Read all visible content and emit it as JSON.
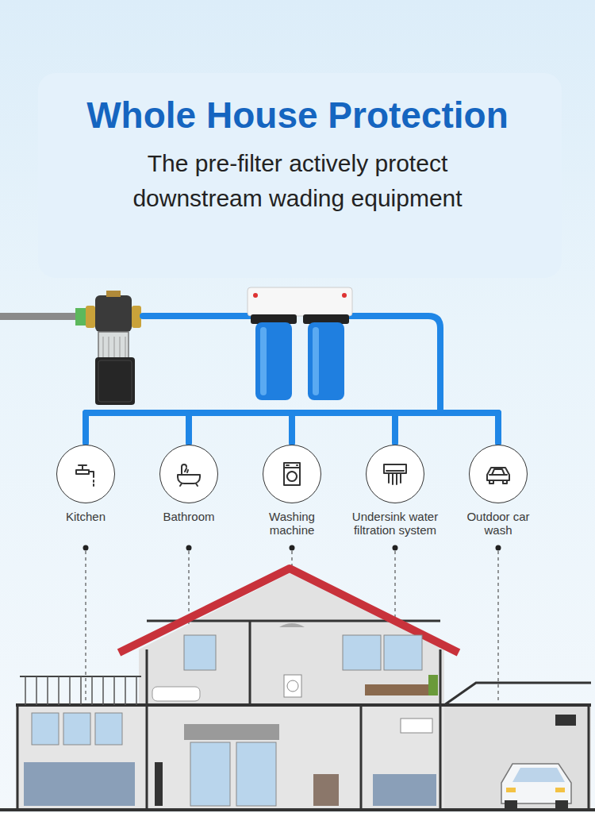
{
  "diagram": {
    "title": "Whole House Protection",
    "nodes": [
      {
        "text": [
          "Kitchen"
        ]
      },
      {
        "text": [
          "Bathroom"
        ]
      },
      {
        "text": [
          "Washing machine"
        ]
      },
      {
        "text": [
          "Undersink water filtration system"
        ]
      },
      {
        "text": [
          "Outdoor car wash"
        ]
      }
    ],
    "labels": [
      "The pre-filter actively protect downstream wading equipment"
    ]
  }
}
